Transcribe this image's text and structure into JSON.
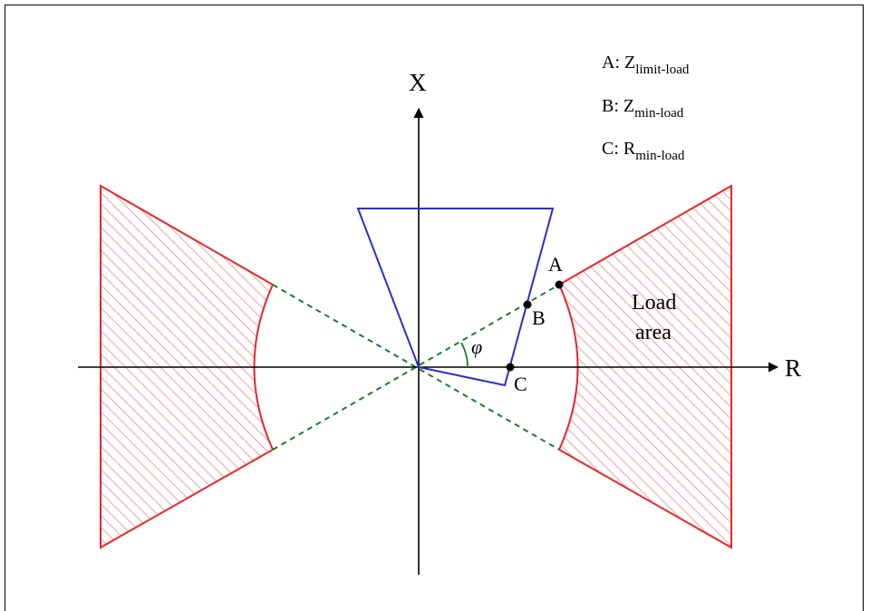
{
  "axes": {
    "x_label": "X",
    "r_label": "R"
  },
  "points": {
    "a": "A",
    "b": "B",
    "c": "C"
  },
  "angle_label": "φ",
  "load_area": {
    "line1": "Load",
    "line2": "area"
  },
  "legend": [
    {
      "prefix": "A: Z",
      "sub": "limit-load"
    },
    {
      "prefix": "B: Z",
      "sub": "min-load"
    },
    {
      "prefix": "C: R",
      "sub": "min-load"
    }
  ],
  "colors": {
    "load_region": "#e8262c",
    "hatch": "#f4a6a6",
    "tool_polygon": "#2b2bd8",
    "dashed_lines": "#1f7a2e",
    "axes": "#000000"
  }
}
